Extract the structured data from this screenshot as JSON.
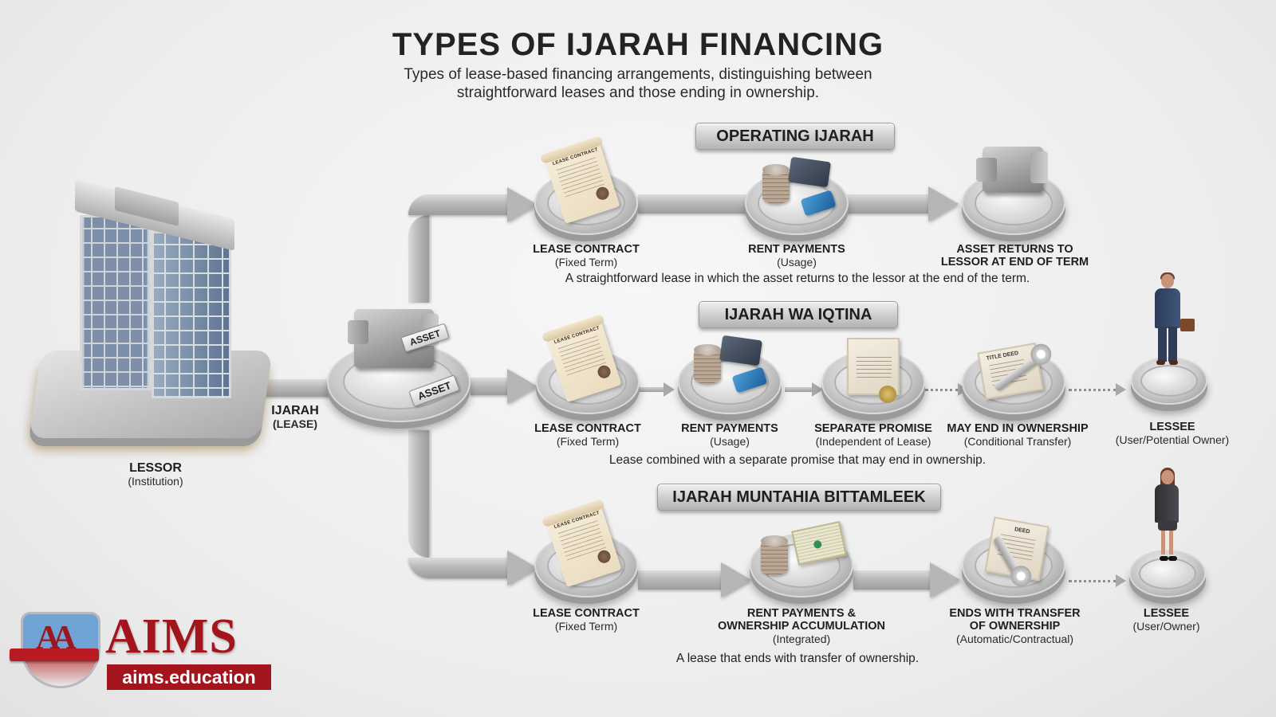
{
  "header": {
    "title": "TYPES OF IJARAH FINANCING",
    "subtitle_line1": "Types of lease-based financing arrangements, distinguishing between",
    "subtitle_line2": "straightforward leases and those ending in ownership."
  },
  "origin": {
    "lessor": {
      "label": "LESSOR",
      "sub": "(Institution)",
      "icon": "office-building"
    },
    "link": {
      "label": "IJARAH",
      "sub": "(LEASE)"
    },
    "asset": {
      "tag_top": "ASSET",
      "tag_base": "ASSET",
      "icon": "machine"
    }
  },
  "rows": [
    {
      "title": "OPERATING IJARAH",
      "description": "A straightforward lease in which the asset returns to the lessor at the end of the term.",
      "steps": [
        {
          "label": "LEASE CONTRACT",
          "sub": "(Fixed Term)",
          "icon": "scroll-contract",
          "icon_text": "LEASE CONTRACT"
        },
        {
          "label": "RENT PAYMENTS",
          "sub": "(Usage)",
          "icon": "coins-and-cards"
        },
        {
          "label": "ASSET RETURNS TO",
          "label2": "LESSOR AT END OF TERM",
          "icon": "machine"
        }
      ]
    },
    {
      "title": "IJARAH WA IQTINA",
      "description": "Lease combined with a separate promise that may end in ownership.",
      "steps": [
        {
          "label": "LEASE CONTRACT",
          "sub": "(Fixed Term)",
          "icon": "scroll-contract",
          "icon_text": "LEASE CONTRACT"
        },
        {
          "label": "RENT PAYMENTS",
          "sub": "(Usage)",
          "icon": "coins-and-cards"
        },
        {
          "label": "SEPARATE PROMISE",
          "sub": "(Independent of Lease)",
          "icon": "certificate-with-seal"
        },
        {
          "label": "MAY END IN OWNERSHIP",
          "sub": "(Conditional Transfer)",
          "icon": "title-deed-and-key",
          "icon_text": "TITLE DEED"
        },
        {
          "label": "LESSEE",
          "sub": "(User/Potential Owner)",
          "icon": "businessman"
        }
      ]
    },
    {
      "title": "IJARAH MUNTAHIA BITTAMLEEK",
      "description": "A lease that ends with transfer of ownership.",
      "steps": [
        {
          "label": "LEASE CONTRACT",
          "sub": "(Fixed Term)",
          "icon": "scroll-contract",
          "icon_text": "LEASE CONTRACT"
        },
        {
          "label": "RENT PAYMENTS &",
          "label2": "OWNERSHIP ACCUMULATION",
          "sub": "(Integrated)",
          "icon": "coins-and-bills"
        },
        {
          "label": "ENDS WITH TRANSFER",
          "label2": "OF OWNERSHIP",
          "sub": "(Automatic/Contractual)",
          "icon": "deed-and-keys",
          "icon_text": "DEED"
        },
        {
          "label": "LESSEE",
          "sub": "(User/Owner)",
          "icon": "businesswoman"
        }
      ]
    }
  ],
  "branding": {
    "logo_word": "AIMS",
    "logo_mark": "AA",
    "url": "aims.education",
    "color_primary": "#a3141c",
    "color_shield": "#6fa3d6"
  }
}
